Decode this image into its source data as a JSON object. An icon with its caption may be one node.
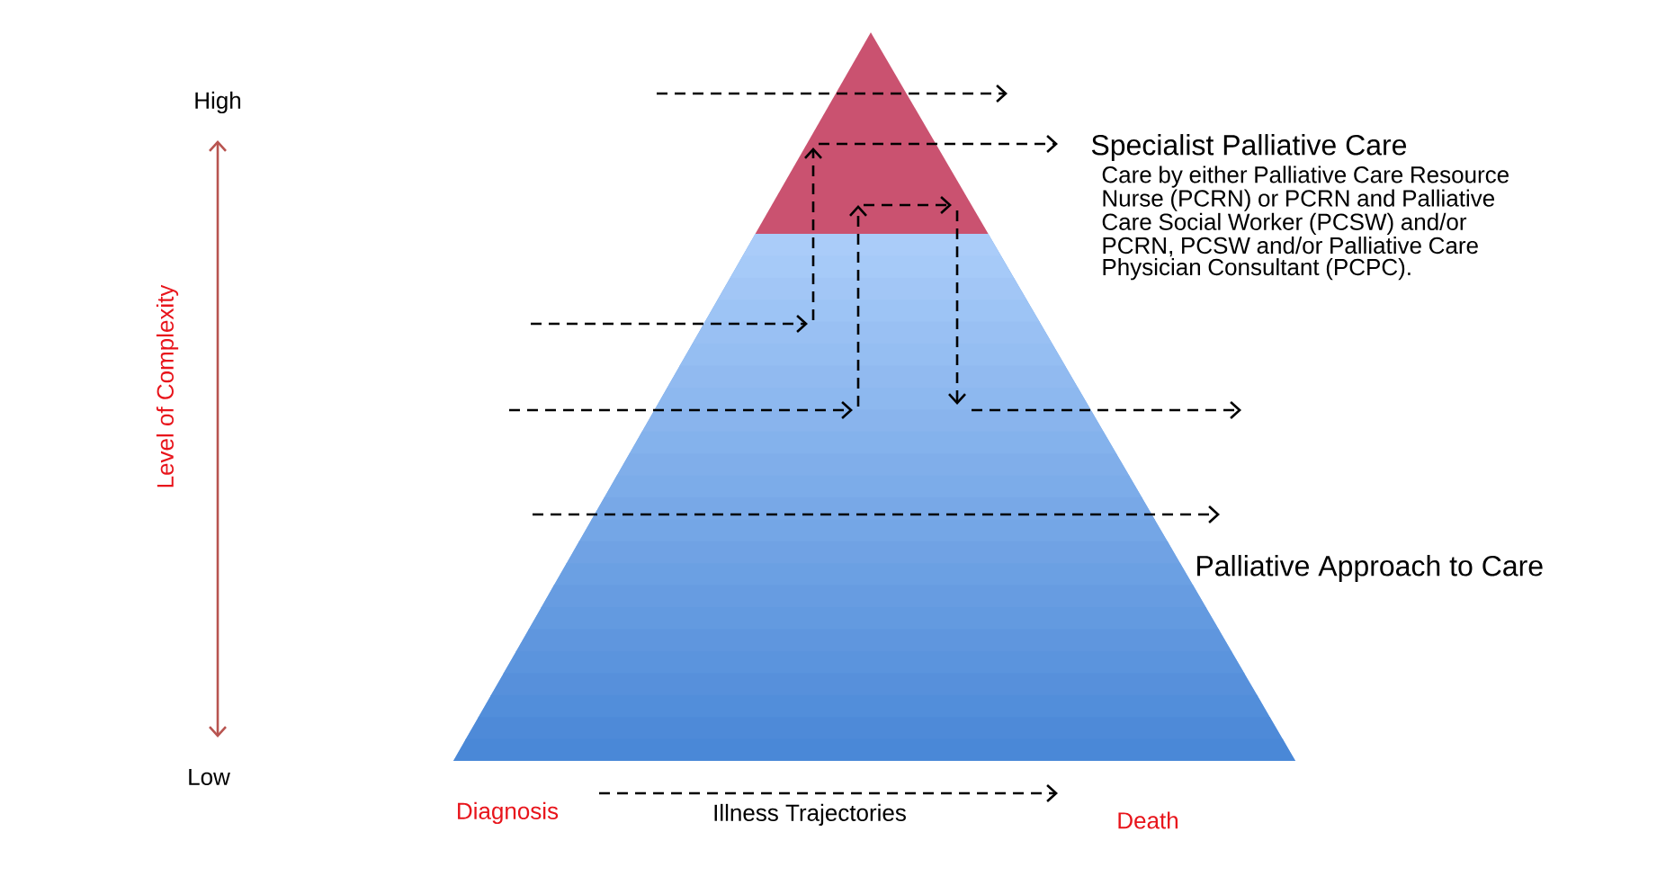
{
  "diagram": {
    "nodes": [
      {
        "text": [],
        "shape": "triangle",
        "beside": [
          "Specialist Palliative Care",
          "Care by either Palliative Care Resource Nurse (PCRN) or PCRN and Palliative Care Social Worker (PCSW) and/or PCRN, PCSW and/or Palliative Care Physician Consultant (PCPC)."
        ]
      },
      {
        "text": [],
        "shape": "trapezoid",
        "beside": [
          "Palliative Approach to Care"
        ]
      }
    ],
    "edges": [
      {
        "from": 1,
        "to": 0,
        "arrow": "to",
        "style": "dashed"
      },
      {
        "from": 1,
        "to": 0,
        "arrow": "to",
        "style": "dashed"
      },
      {
        "from": 0,
        "to": 1,
        "arrow": "to",
        "style": "dashed"
      }
    ],
    "labels": [
      "High",
      "Level of Complexity",
      "Low",
      "Diagnosis",
      "Illness Trajectories",
      "Death"
    ]
  }
}
